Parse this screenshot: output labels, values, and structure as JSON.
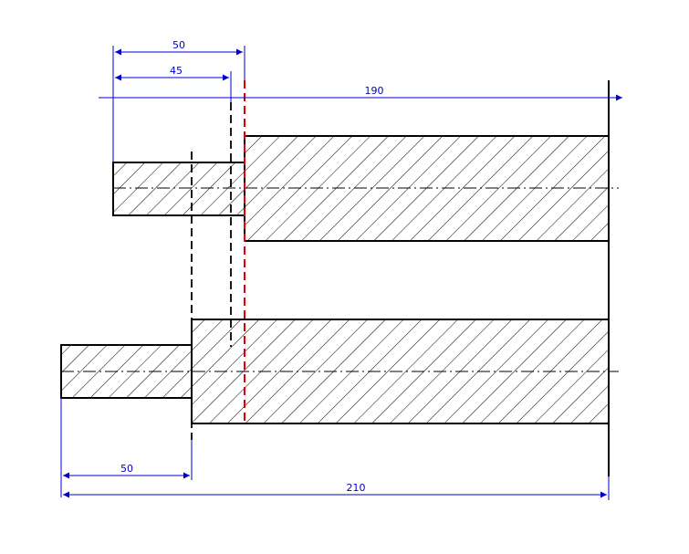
{
  "colors": {
    "dimension": "#0000cc",
    "outline": "#000000",
    "reference_line": "#e00000",
    "background": "#ffffff"
  },
  "dimensions": {
    "top_50": "50",
    "top_45": "45",
    "top_190": "190",
    "bottom_50": "50",
    "bottom_210": "210"
  }
}
